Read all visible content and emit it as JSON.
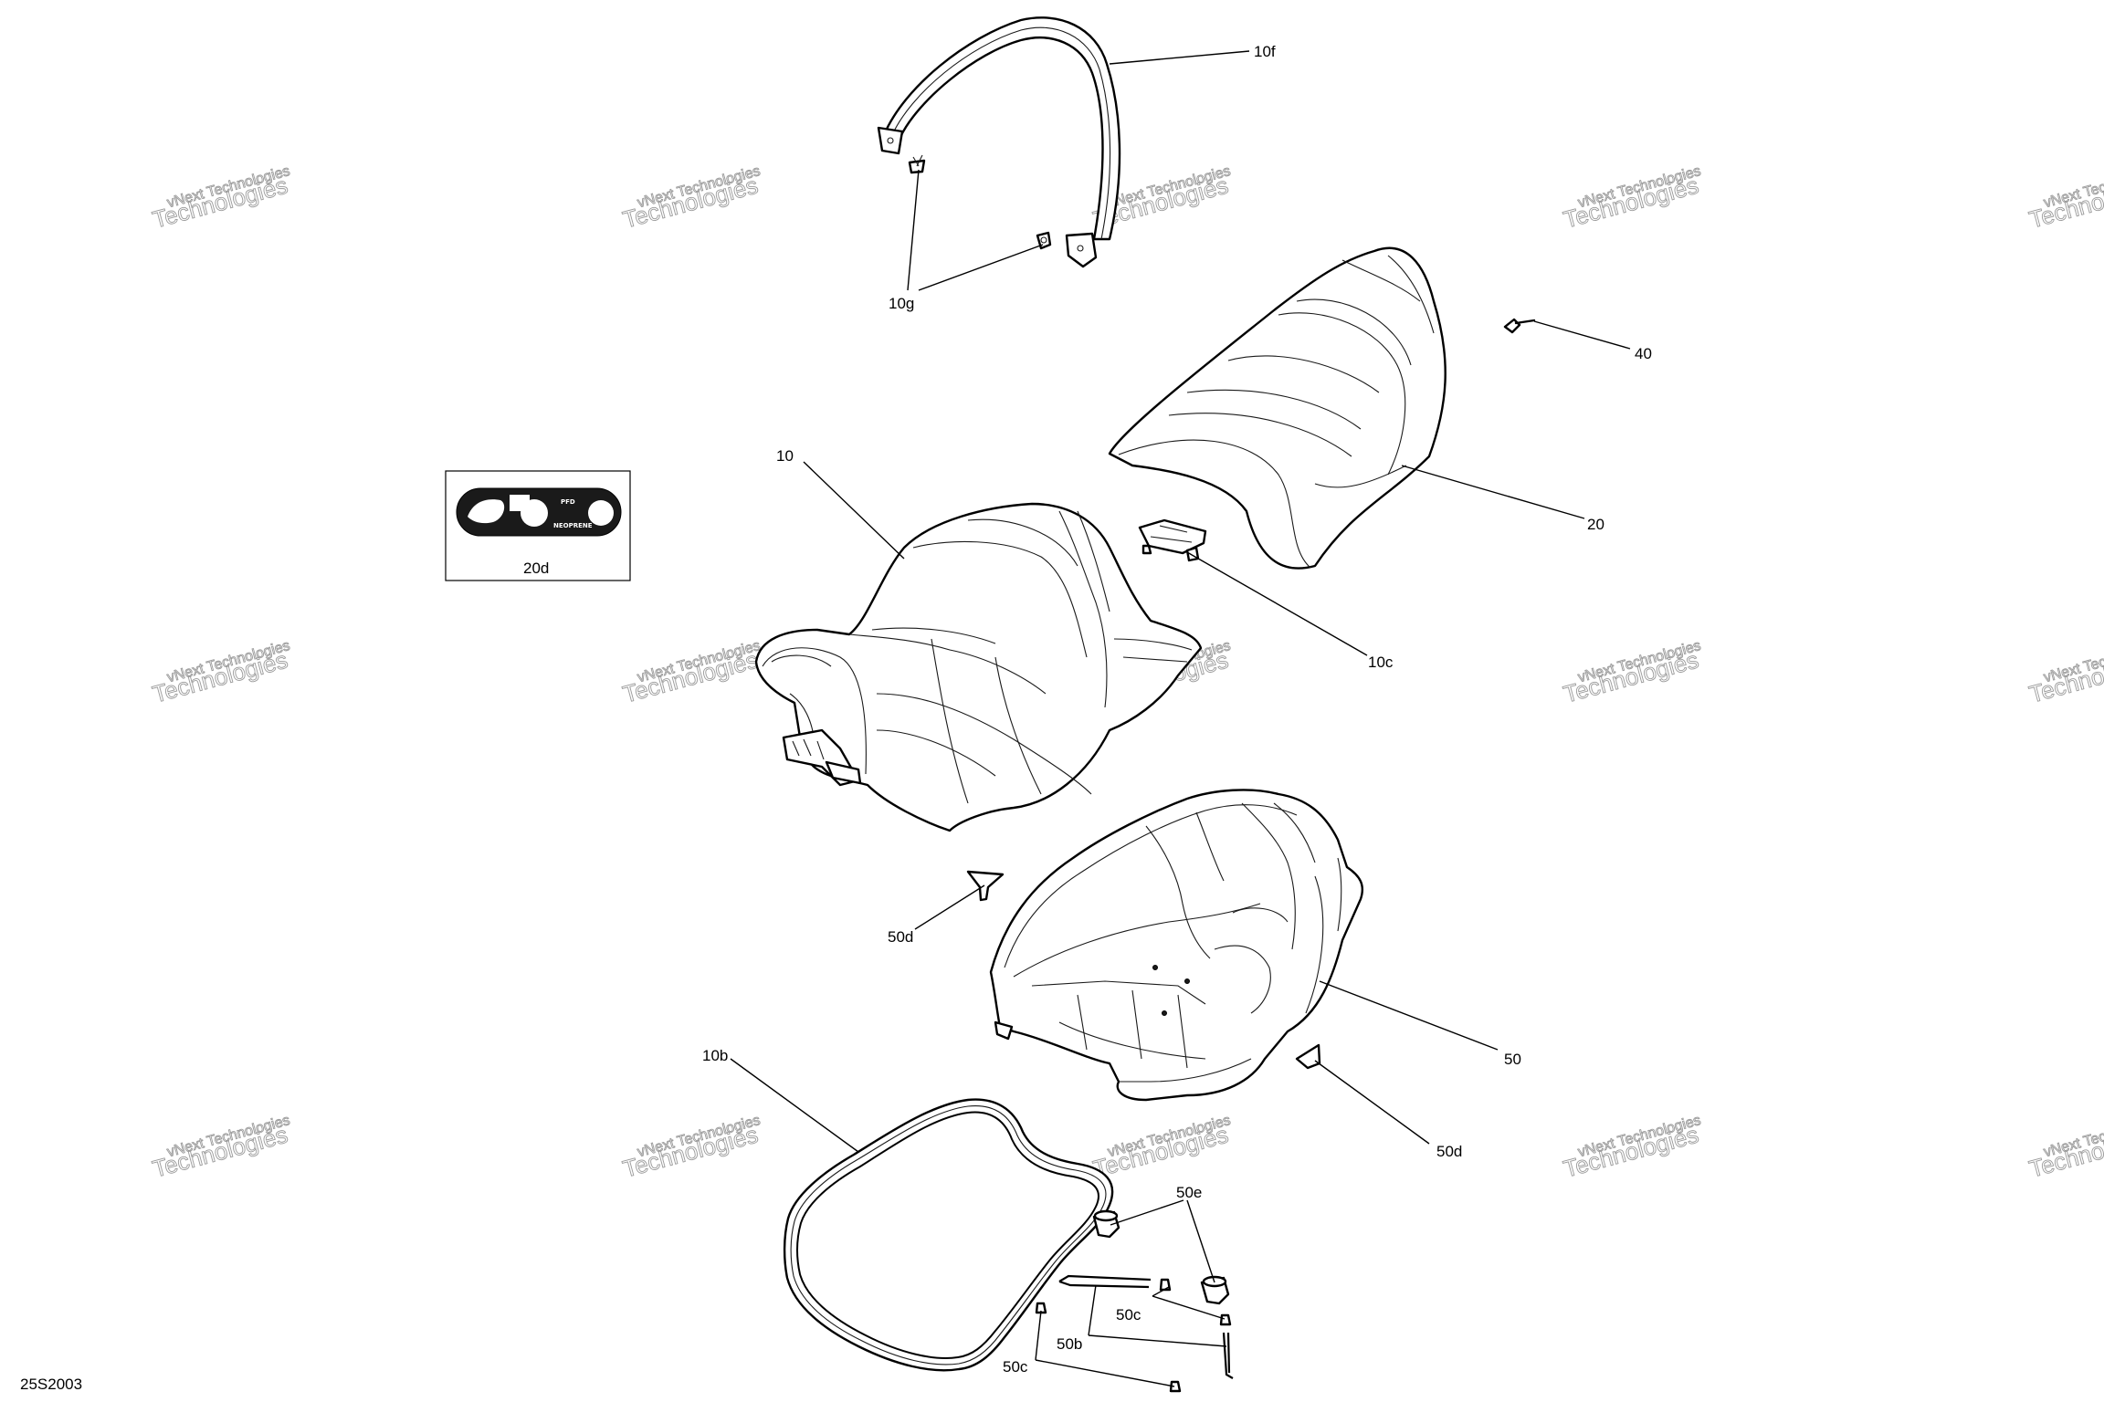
{
  "diagram_code": "25S2003",
  "watermark": {
    "line1": "vNext Technologies",
    "line2": "Technologies"
  },
  "decal": {
    "pfd": "PFD",
    "neoprene": "NEOPRENE"
  },
  "callouts": {
    "c10f": "10f",
    "c10g": "10g",
    "c40": "40",
    "c10": "10",
    "c20": "20",
    "c20d": "20d",
    "c10c": "10c",
    "c50d_left": "50d",
    "c50": "50",
    "c10b": "10b",
    "c50d_right": "50d",
    "c50e": "50e",
    "c50c_upper": "50c",
    "c50b": "50b",
    "c50c_lower": "50c"
  }
}
